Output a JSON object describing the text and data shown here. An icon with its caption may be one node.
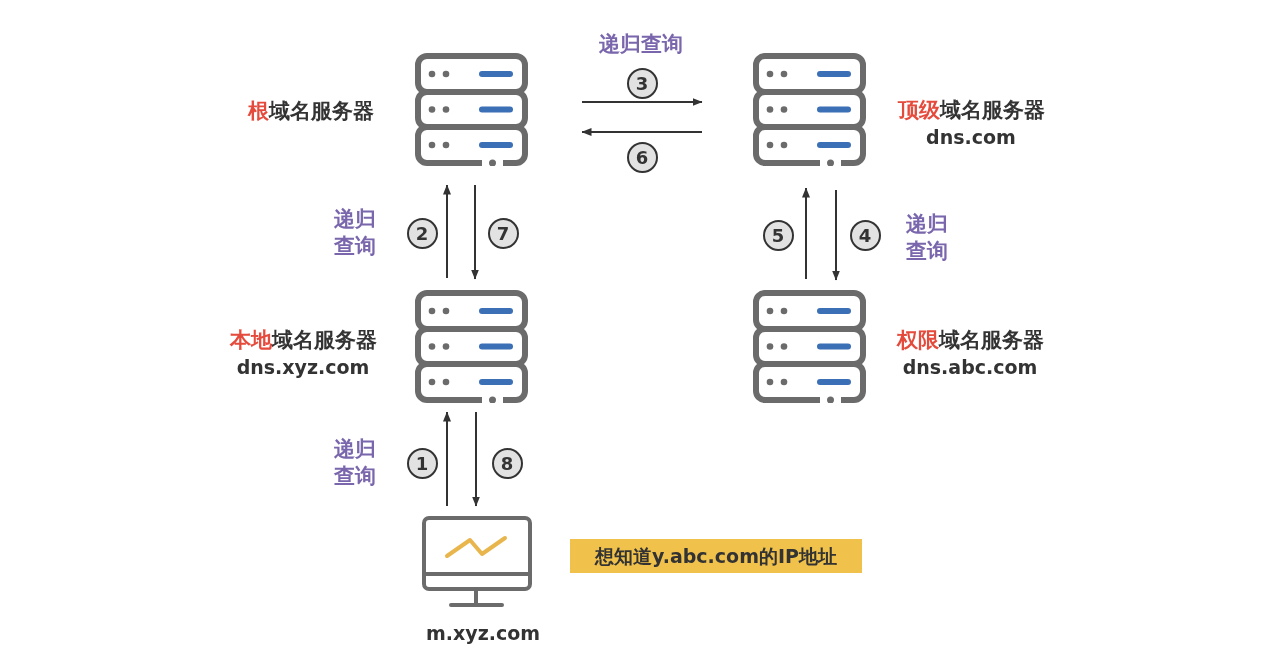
{
  "diagram": {
    "nodes": [
      {
        "text": [
          "**根**域名服务器"
        ]
      },
      {
        "text": [
          "**顶级**域名服务器",
          "dns.com"
        ]
      },
      {
        "text": [
          "**本地**域名服务器",
          "dns.xyz.com"
        ]
      },
      {
        "text": [
          "**权限**域名服务器",
          "dns.abc.com"
        ]
      },
      {
        "text": [
          "m.xyz.com"
        ]
      },
      {
        "text": [
          "想知道y.abc.com的IP地址"
        ]
      }
    ],
    "edges": [
      {
        "from": 4,
        "to": 2,
        "arrow": "to",
        "label": "1"
      },
      {
        "from": 2,
        "to": 0,
        "arrow": "to",
        "label": "2"
      },
      {
        "from": 0,
        "to": 1,
        "arrow": "to",
        "label": "3"
      },
      {
        "from": 1,
        "to": 3,
        "arrow": "to",
        "label": "4"
      },
      {
        "from": 3,
        "to": 1,
        "arrow": "to",
        "label": "5"
      },
      {
        "from": 1,
        "to": 0,
        "arrow": "to",
        "label": "6"
      },
      {
        "from": 0,
        "to": 2,
        "arrow": "to",
        "label": "7"
      },
      {
        "from": 2,
        "to": 4,
        "arrow": "to",
        "label": "8"
      }
    ],
    "labels": [
      "递归查询",
      "递归查询",
      "递归查询",
      "递归查询"
    ]
  }
}
